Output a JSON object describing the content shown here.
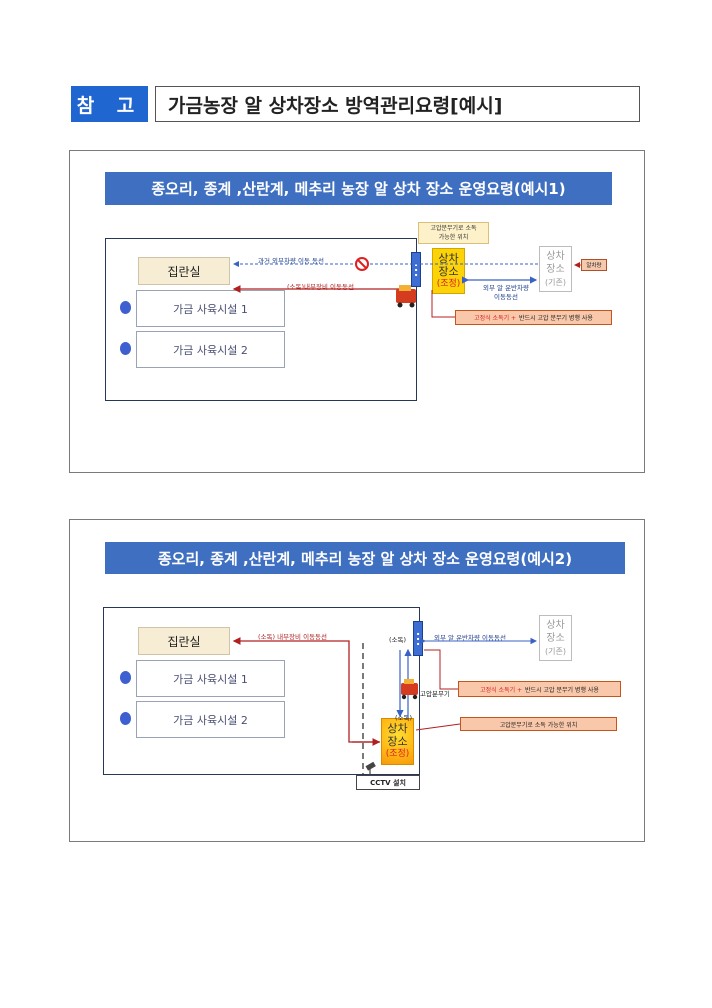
{
  "header": {
    "tag": "참 고",
    "title": "가금농장 알 상차장소 방역관리요령[예시]"
  },
  "example1": {
    "banner": "종오리, 종계 ,산란계, 메추리 농장 알 상차 장소 운영요령(예시1)",
    "collection_room": "집란실",
    "shed1": "가금 사육시설 1",
    "shed2": "가금 사육시설 2",
    "past_route_label": "과거 외부차량 이동 동선",
    "internal_route_label": "(소독)내부장비 이동동선",
    "sprayer_note_line1": "고압분무기로 소독",
    "sprayer_note_line2": "가능한 위치",
    "new_site_line1": "상차",
    "new_site_line2": "장소",
    "new_site_tag": "(조정)",
    "old_site_line1": "상차",
    "old_site_line2": "장소",
    "old_site_tag": "(기존)",
    "egg_truck": "알차량",
    "external_route_line1": "외부 알 운반차량",
    "external_route_line2": "이동동선",
    "warning_red": "고정식 소독기 +",
    "warning_text": "반드시 고압 분무기 병행 사용"
  },
  "example2": {
    "banner": "종오리, 종계 ,산란계, 메추리 농장 알 상차 장소 운영요령(예시2)",
    "collection_room": "집란실",
    "shed1": "가금 사육시설 1",
    "shed2": "가금 사육시설 2",
    "internal_route_label": "(소독) 내부장비 이동동선",
    "disinfect_top": "(소독)",
    "disinfect_bottom": "(소독)",
    "external_route_label": "외부 알 운반차량  이동동선",
    "new_site_line1": "상차",
    "new_site_line2": "장소",
    "new_site_tag": "(조정)",
    "old_site_line1": "상차",
    "old_site_line2": "장소",
    "old_site_tag": "(기존)",
    "sprayer_label": "고압분무기",
    "warning_red": "고정식 소독기 +",
    "warning_text": "반드시 고압 분무기 병행 사용",
    "sprayer_note": "고압분무기로 소독 가능한 위치",
    "cctv": "CCTV 설치"
  },
  "colors": {
    "banner": "#3f6fc0",
    "tag_blue": "#1f66d1",
    "route_red": "#b02020",
    "route_blue": "#3a62c4",
    "load_yellow": "#fcd208",
    "note_orange": "#f9c8ab"
  },
  "icons": [
    "no-entry-icon",
    "sprayer-cart-icon",
    "cctv-camera-icon",
    "disinfection-gate-icon"
  ]
}
